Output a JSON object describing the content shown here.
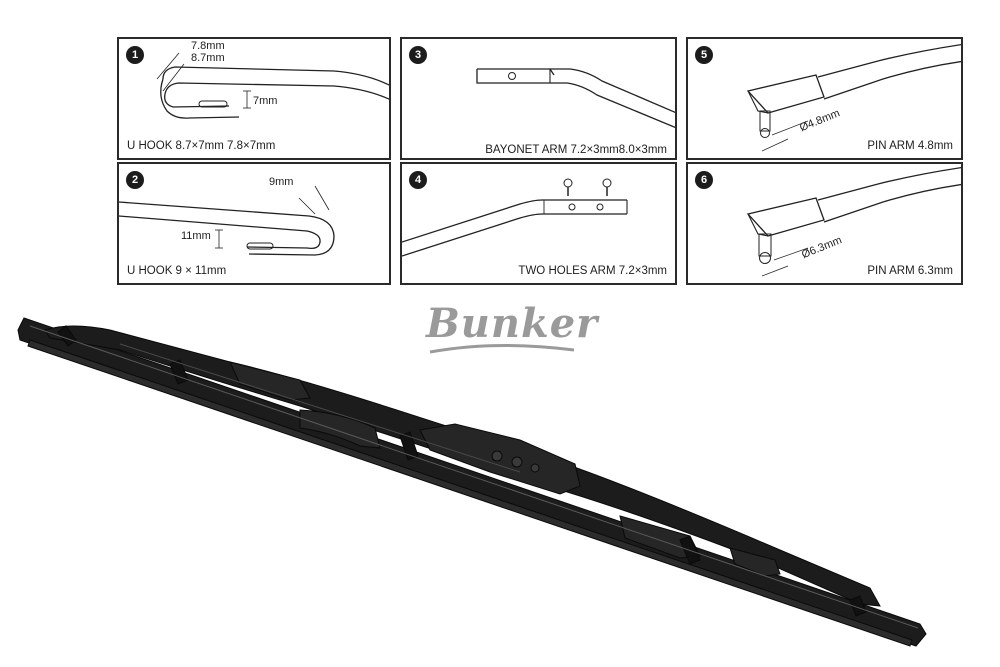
{
  "panels": [
    {
      "number": "1",
      "caption": "U HOOK 8.7×7mm  7.8×7mm",
      "labels": [
        "7.8mm",
        "8.7mm",
        "7mm"
      ]
    },
    {
      "number": "2",
      "caption": "U HOOK 9 × 11mm",
      "labels": [
        "9mm",
        "11mm"
      ]
    },
    {
      "number": "3",
      "caption": "BAYONET ARM 7.2×3mm8.0×3mm",
      "labels": []
    },
    {
      "number": "4",
      "caption": "TWO HOLES  ARM 7.2×3mm",
      "labels": []
    },
    {
      "number": "5",
      "caption": "PIN ARM 4.8mm",
      "labels": [
        "Ø4.8mm"
      ]
    },
    {
      "number": "6",
      "caption": "PIN ARM 6.3mm",
      "labels": [
        "Ø6.3mm"
      ]
    }
  ],
  "brand": {
    "name": "Bunker"
  },
  "colors": {
    "frame": "#2a2a2a",
    "brand": "#9a9a9a",
    "blade": "#1a1a1a"
  }
}
